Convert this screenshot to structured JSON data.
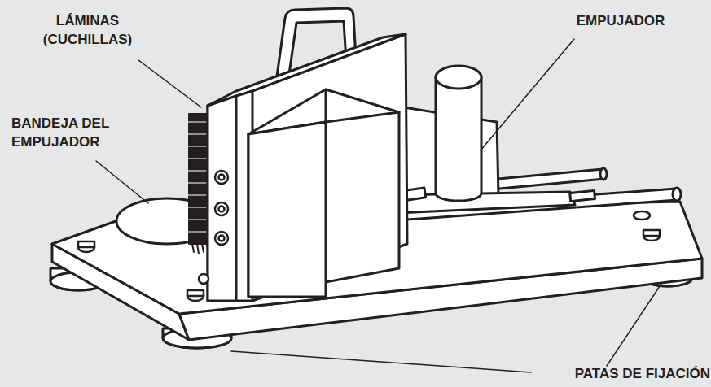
{
  "diagram": {
    "labels": [
      "LÁMINAS (CUCHILLAS)",
      "BANDEJA DEL EMPUJADOR",
      "EMPUJADOR",
      "PATAS DE FIJACIÓN"
    ]
  }
}
